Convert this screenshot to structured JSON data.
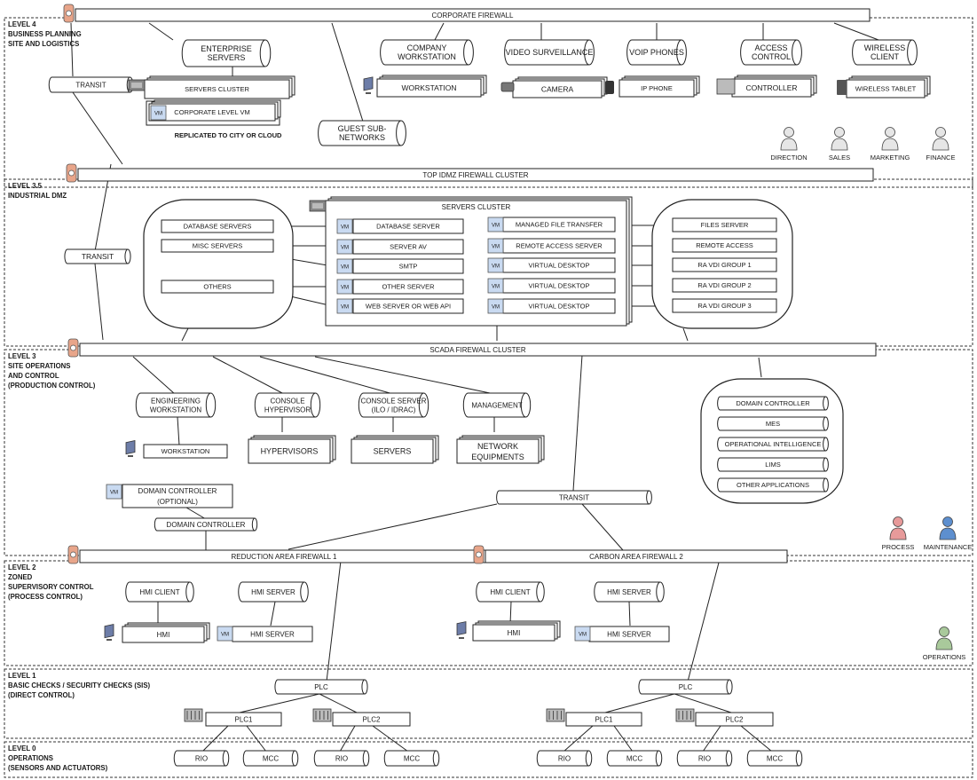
{
  "levels": [
    {
      "id": "L4",
      "lines": [
        "LEVEL 4",
        "BUSINESS PLANNING",
        "SITE AND LOGISTICS"
      ]
    },
    {
      "id": "L35",
      "lines": [
        "LEVEL 3.5",
        "INDUSTRIAL DMZ"
      ]
    },
    {
      "id": "L3",
      "lines": [
        "LEVEL 3",
        "SITE OPERATIONS",
        "AND CONTROL",
        "(PRODUCTION CONTROL)"
      ]
    },
    {
      "id": "L2",
      "lines": [
        "LEVEL 2",
        "ZONED",
        "SUPERVISORY CONTROL",
        "(PROCESS CONTROL)"
      ]
    },
    {
      "id": "L1",
      "lines": [
        "LEVEL 1",
        "BASIC CHECKS / SECURITY CHECKS (SIS)",
        "(DIRECT CONTROL)"
      ]
    },
    {
      "id": "L0",
      "lines": [
        "LEVEL 0",
        "OPERATIONS",
        "(SENSORS AND ACTUATORS)"
      ]
    }
  ],
  "firewalls": {
    "corporate": "CORPORATE FIREWALL",
    "top_idmz": "TOP IDMZ FIREWALL CLUSTER",
    "scada": "SCADA FIREWALL CLUSTER",
    "reduction": "REDUCTION AREA FIREWALL 1",
    "carbon": "CARBON AREA FIREWALL 2"
  },
  "level4": {
    "transit": "TRANSIT",
    "enterprise_servers": [
      "ENTERPRISE",
      "SERVERS"
    ],
    "servers_cluster": "SERVERS CLUSTER",
    "vm": "VM",
    "corporate_vm": "CORPORATE LEVEL VM",
    "replicated": "REPLICATED TO CITY OR CLOUD",
    "guest": [
      "GUEST SUB-",
      "NETWORKS"
    ],
    "company_ws": [
      "COMPANY",
      "WORKSTATION"
    ],
    "workstation": "WORKSTATION",
    "video": "VIDEO SURVEILLANCE",
    "camera": "CAMERA",
    "voip": "VOIP PHONES",
    "ip_phone": "IP PHONE",
    "access": [
      "ACCESS",
      "CONTROL"
    ],
    "controller": "CONTROLLER",
    "wireless": [
      "WIRELESS",
      "CLIENT"
    ],
    "wireless_tablet": "WIRELESS TABLET",
    "people": [
      "DIRECTION",
      "SALES",
      "MARKETING",
      "FINANCE"
    ]
  },
  "level35": {
    "transit": "TRANSIT",
    "servers_cluster": "SERVERS CLUSTER",
    "left_items": [
      "DATABASE SERVERS",
      "MISC SERVERS",
      "OTHERS"
    ],
    "vm_left": [
      "DATABASE SERVER",
      "SERVER AV",
      "SMTP",
      "OTHER SERVER",
      "WEB SERVER OR WEB API"
    ],
    "vm_right": [
      "MANAGED FILE TRANSFER",
      "REMOTE ACCESS SERVER",
      "VIRTUAL DESKTOP",
      "VIRTUAL DESKTOP",
      "VIRTUAL DESKTOP"
    ],
    "right_items": [
      "FILES SERVER",
      "REMOTE ACCESS",
      "RA VDI GROUP 1",
      "RA VDI GROUP 2",
      "RA VDI GROUP 3"
    ]
  },
  "level3": {
    "eng_ws": [
      "ENGINEERING",
      "WORKSTATION"
    ],
    "workstation": "WORKSTATION",
    "console_hyp": [
      "CONSOLE",
      "HYPERVISOR"
    ],
    "hypervisors": "HYPERVISORS",
    "console_server": [
      "CONSOLE SERVER",
      "(ILO / IDRAC)"
    ],
    "servers": "SERVERS",
    "management": "MANAGEMENT",
    "network_equip": [
      "NETWORK",
      "EQUIPMENTS"
    ],
    "domain_ctrl_opt": [
      "DOMAIN CONTROLLER",
      "(OPTIONAL)"
    ],
    "domain_ctrl": "DOMAIN CONTROLLER",
    "transit": "TRANSIT",
    "apps": [
      "DOMAIN CONTROLLER",
      "MES",
      "OPERATIONAL INTELLIGENCE",
      "LIMS",
      "OTHER APPLICATIONS"
    ],
    "people": [
      "PROCESS",
      "MAINTENANCE"
    ]
  },
  "level2": {
    "hmi_client": "HMI CLIENT",
    "hmi_server": "HMI SERVER",
    "hmi": "HMI",
    "people": [
      "OPERATIONS"
    ]
  },
  "level1": {
    "plc": "PLC",
    "plc1": "PLC1",
    "plc2": "PLC2"
  },
  "level0": {
    "rio": "RIO",
    "mcc": "MCC"
  },
  "colors": {
    "line": "#222222",
    "firewall_icon": "#e8a58a",
    "vm_fill": "#c9daf1",
    "person_default": "#e6e6e6",
    "person_process": "#e79a9a",
    "person_maintenance": "#5d8fcf",
    "person_operations": "#a9c99b"
  }
}
